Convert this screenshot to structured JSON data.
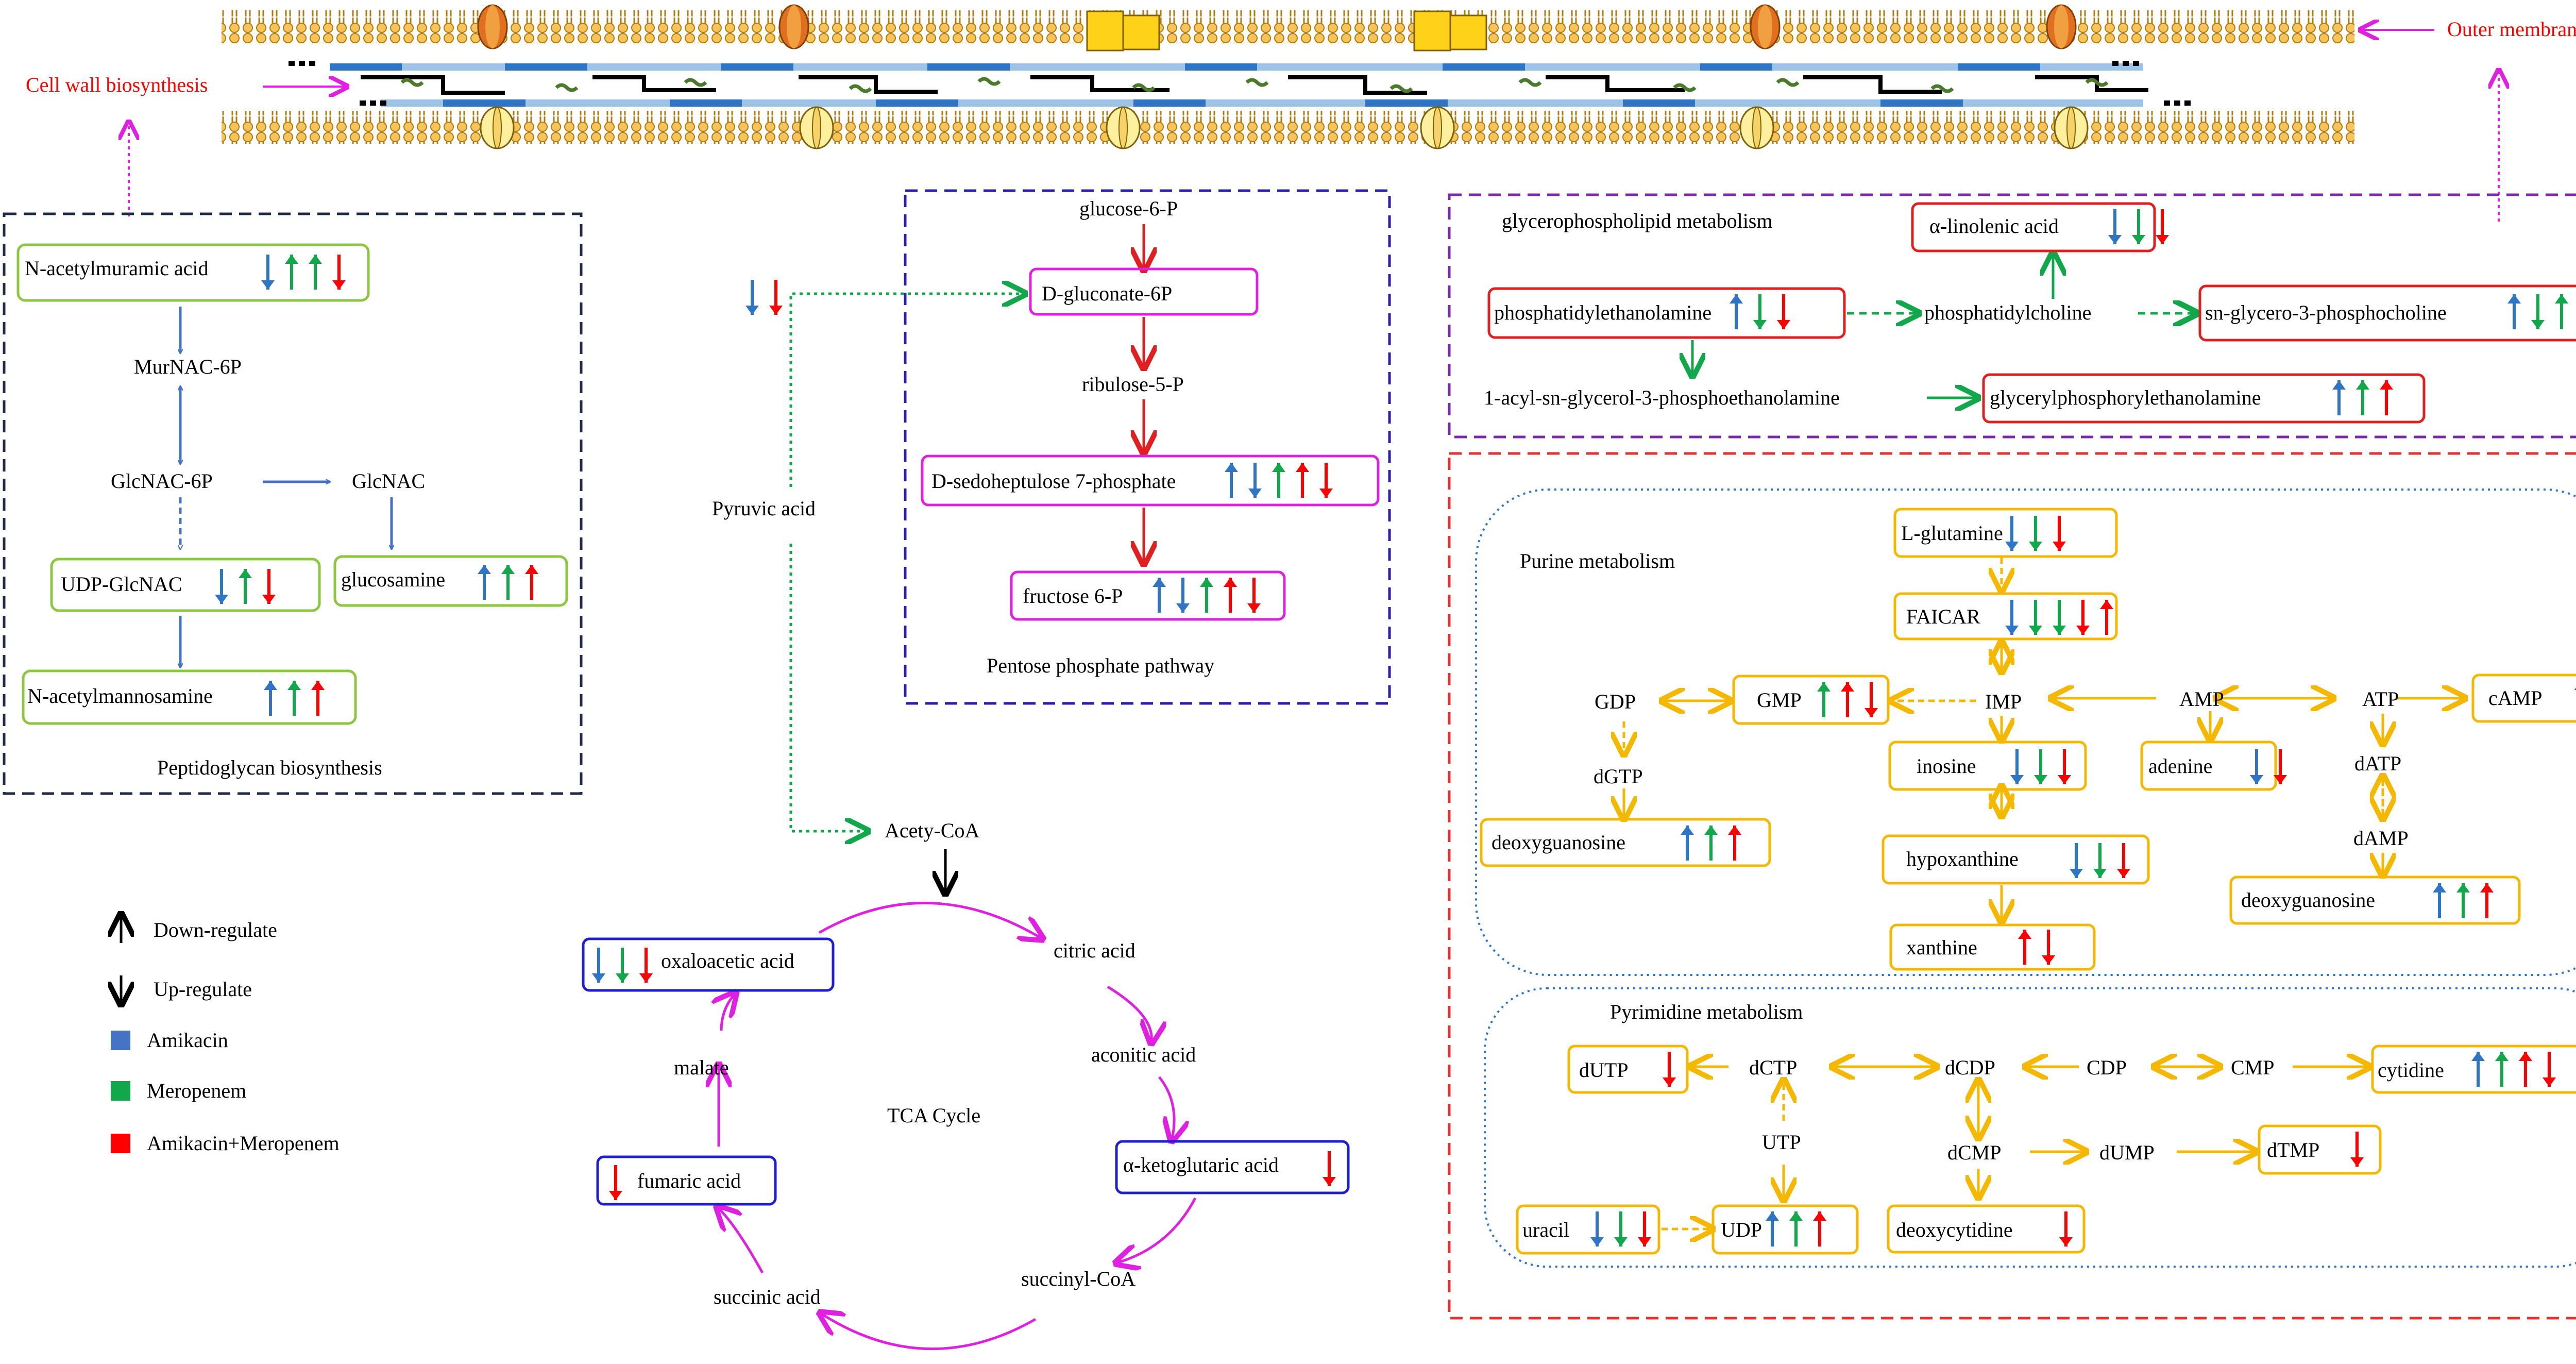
{
  "colors": {
    "amikacin": "#2f75c6",
    "meropenem": "#10a84a",
    "combo": "#ff0000",
    "peptidoglycan_box": "#1f2a44",
    "pentose_box": "#2a1fa8",
    "glycero_box": "#7a2aa8",
    "purine_pyrimidine_box": "#e53030",
    "pathway_arrow_blue": "#4472c4",
    "pathway_arrow_red": "#e02020",
    "pathway_arrow_green": "#10a84a",
    "pathway_arrow_orange": "#f5b800",
    "pathway_arrow_magenta": "#e020e0",
    "membrane_label": "#ff0000"
  },
  "membrane": {
    "cell_wall_label": "Cell wall biosynthesis",
    "outer_membrane_label": "Outer membrane"
  },
  "legend": {
    "up_arrow_label": "Down-regulate",
    "down_arrow_label": "Up-regulate",
    "amikacin_label": "Amikacin",
    "meropenem_label": "Meropenem",
    "combo_label": "Amikacin+Meropenem"
  },
  "peptidoglycan": {
    "title": "Peptidoglycan biosynthesis",
    "n_acetylmuramic": "N-acetylmuramic acid",
    "murnac6p": "MurNAC-6P",
    "glcnac6p": "GlcNAC-6P",
    "glcnac": "GlcNAC",
    "udp_glcnac": "UDP-GlcNAC",
    "glucosamine": "glucosamine",
    "n_acetylmannosamine": "N-acetylmannosamine"
  },
  "pentose": {
    "title": "Pentose phosphate pathway",
    "glucose6p": "glucose-6-P",
    "gluconate": "D-gluconate-6P",
    "ribulose": "ribulose-5-P",
    "sedoheptulose": "D-sedoheptulose 7-phosphate",
    "fructose": "fructose 6-P"
  },
  "central": {
    "pyruvic": "Pyruvic acid",
    "acetyl_coa": "Acety-CoA"
  },
  "tca": {
    "title": "TCA Cycle",
    "oxaloacetic": "oxaloacetic acid",
    "citric": "citric acid",
    "aconitic": "aconitic acid",
    "ketoglutaric": "α-ketoglutaric acid",
    "succinyl": "succinyl-CoA",
    "succinic": "succinic acid",
    "fumaric": "fumaric acid",
    "malate": "malate"
  },
  "glycero": {
    "title": "glycerophospholipid metabolism",
    "linolenic": "α-linolenic acid",
    "pe": "phosphatidylethanolamine",
    "pc": "phosphatidylcholine",
    "sn_glycero": "sn-glycero-3-phosphocholine",
    "acyl": "1-acyl-sn-glycerol-3-phosphoethanolamine",
    "glyceryl": "glycerylphosphorylethanolamine"
  },
  "purine": {
    "title": "Purine metabolism",
    "glutamine": "L-glutamine",
    "faicar": "FAICAR",
    "gdp": "GDP",
    "gmp": "GMP",
    "imp": "IMP",
    "amp": "AMP",
    "atp": "ATP",
    "camp": "cAMP",
    "dgtp": "dGTP",
    "deoxyguanosine_left": "deoxyguanosine",
    "inosine": "inosine",
    "adenine": "adenine",
    "datp": "dATP",
    "damp": "dAMP",
    "hypoxanthine": "hypoxanthine",
    "deoxyguanosine_right": "deoxyguanosine",
    "xanthine": "xanthine"
  },
  "pyrimidine": {
    "title": "Pyrimidine metabolism",
    "dutp": "dUTP",
    "dctp": "dCTP",
    "dcdp": "dCDP",
    "cdp": "CDP",
    "cmp": "CMP",
    "cytidine": "cytidine",
    "utp": "UTP",
    "dcmp": "dCMP",
    "dump": "dUMP",
    "dtmp": "dTMP",
    "uracil": "uracil",
    "udp": "UDP",
    "deoxycytidine": "deoxycytidine"
  }
}
